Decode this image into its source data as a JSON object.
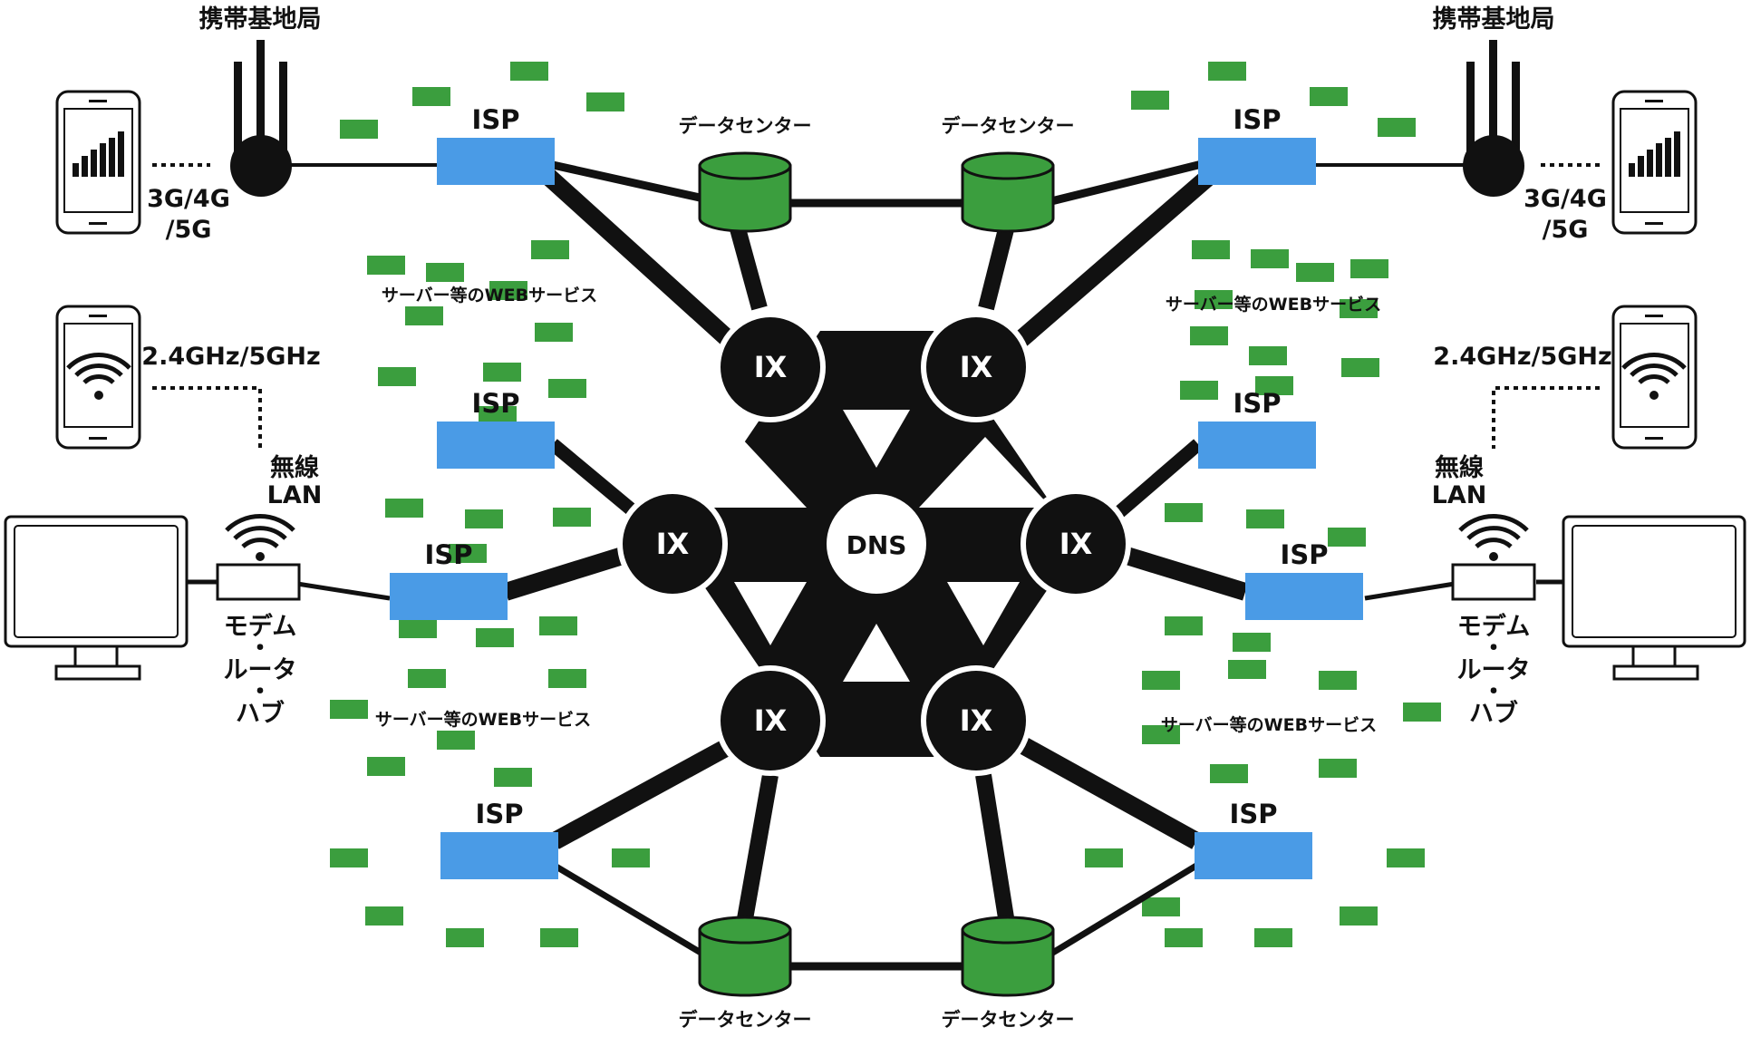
{
  "colors": {
    "isp": "#4a9be6",
    "datacenter": "#3b9e3e",
    "server": "#3b9e3e",
    "line": "#111111",
    "background": "#ffffff"
  },
  "labels": {
    "isp": "ISP",
    "ix": "IX",
    "dns": "DNS",
    "datacenter": "データセンター",
    "web_services": "サーバー等のWEBサービス",
    "base_station": "携帯基地局",
    "mobile_1": "3G/4G",
    "mobile_2": "/5G",
    "wifi_band": "2.4GHz/5GHz",
    "wireless_1": "無線",
    "wireless_2": "LAN",
    "modem_1": "モデム",
    "modem_2": "・",
    "modem_3": "ルータ",
    "modem_4": "・",
    "modem_5": "ハブ"
  },
  "icons": {
    "phone_signal": "signal-bars-icon",
    "phone_wifi": "wifi-icon",
    "router_wifi": "wifi-icon",
    "monitor": "monitor-icon",
    "tower": "cell-tower-icon"
  }
}
